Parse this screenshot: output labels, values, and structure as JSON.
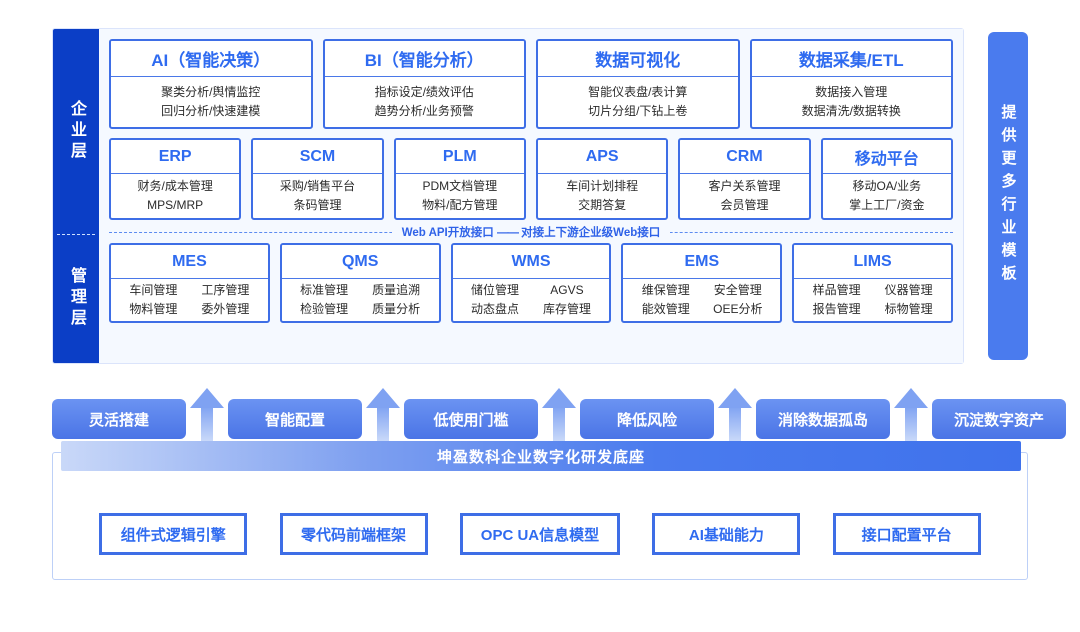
{
  "layers": {
    "enterprise_label": "企业层",
    "management_label": "管理层"
  },
  "template_bar": {
    "label": "提供更多行业模板"
  },
  "enterprise_row1": [
    {
      "title": "AI（智能决策）",
      "lines": [
        "聚类分析/舆情监控",
        "回归分析/快速建模"
      ]
    },
    {
      "title": "BI（智能分析）",
      "lines": [
        "指标设定/绩效评估",
        "趋势分析/业务预警"
      ]
    },
    {
      "title": "数据可视化",
      "lines": [
        "智能仪表盘/表计算",
        "切片分组/下钻上卷"
      ]
    },
    {
      "title": "数据采集/ETL",
      "lines": [
        "数据接入管理",
        "数据清洗/数据转换"
      ]
    }
  ],
  "enterprise_row2": [
    {
      "title": "ERP",
      "lines": [
        "财务/成本管理",
        "MPS/MRP"
      ]
    },
    {
      "title": "SCM",
      "lines": [
        "采购/销售平台",
        "条码管理"
      ]
    },
    {
      "title": "PLM",
      "lines": [
        "PDM文档管理",
        "物料/配方管理"
      ]
    },
    {
      "title": "APS",
      "lines": [
        "车间计划排程",
        "交期答复"
      ]
    },
    {
      "title": "CRM",
      "lines": [
        "客户关系管理",
        "会员管理"
      ]
    },
    {
      "title": "移动平台",
      "lines": [
        "移动OA/业务",
        "掌上工厂/资金"
      ]
    }
  ],
  "api_strip": {
    "left_text": "Web API开放接口",
    "dash": "——",
    "right_text": "对接上下游企业级Web接口"
  },
  "management_row": [
    {
      "title": "MES",
      "pairs": [
        [
          "车间管理",
          "工序管理"
        ],
        [
          "物料管理",
          "委外管理"
        ]
      ]
    },
    {
      "title": "QMS",
      "pairs": [
        [
          "标准管理",
          "质量追溯"
        ],
        [
          "检验管理",
          "质量分析"
        ]
      ]
    },
    {
      "title": "WMS",
      "pairs": [
        [
          "储位管理",
          "AGVS"
        ],
        [
          "动态盘点",
          "库存管理"
        ]
      ]
    },
    {
      "title": "EMS",
      "pairs": [
        [
          "维保管理",
          "安全管理"
        ],
        [
          "能效管理",
          "OEE分析"
        ]
      ]
    },
    {
      "title": "LIMS",
      "pairs": [
        [
          "样品管理",
          "仪器管理"
        ],
        [
          "报告管理",
          "标物管理"
        ]
      ]
    }
  ],
  "benefits": [
    {
      "label": "灵活搭建"
    },
    {
      "label": "智能配置"
    },
    {
      "label": "低使用门槛"
    },
    {
      "label": "降低风险"
    },
    {
      "label": "消除数据孤岛"
    },
    {
      "label": "沉淀数字资产"
    }
  ],
  "platform": {
    "banner": "坤盈数科企业数字化研发底座",
    "items": [
      {
        "label": "组件式逻辑引擎"
      },
      {
        "label": "零代码前端框架"
      },
      {
        "label": "OPC UA信息模型"
      },
      {
        "label": "AI基础能力"
      },
      {
        "label": "接口配置平台"
      }
    ]
  },
  "colors": {
    "rail_blue": "#0b3ec6",
    "card_border": "#3e6ee6",
    "title_blue": "#2f6bf0",
    "pill_blue": "#4a74e6",
    "panel_bg": "#f5f9ff"
  }
}
